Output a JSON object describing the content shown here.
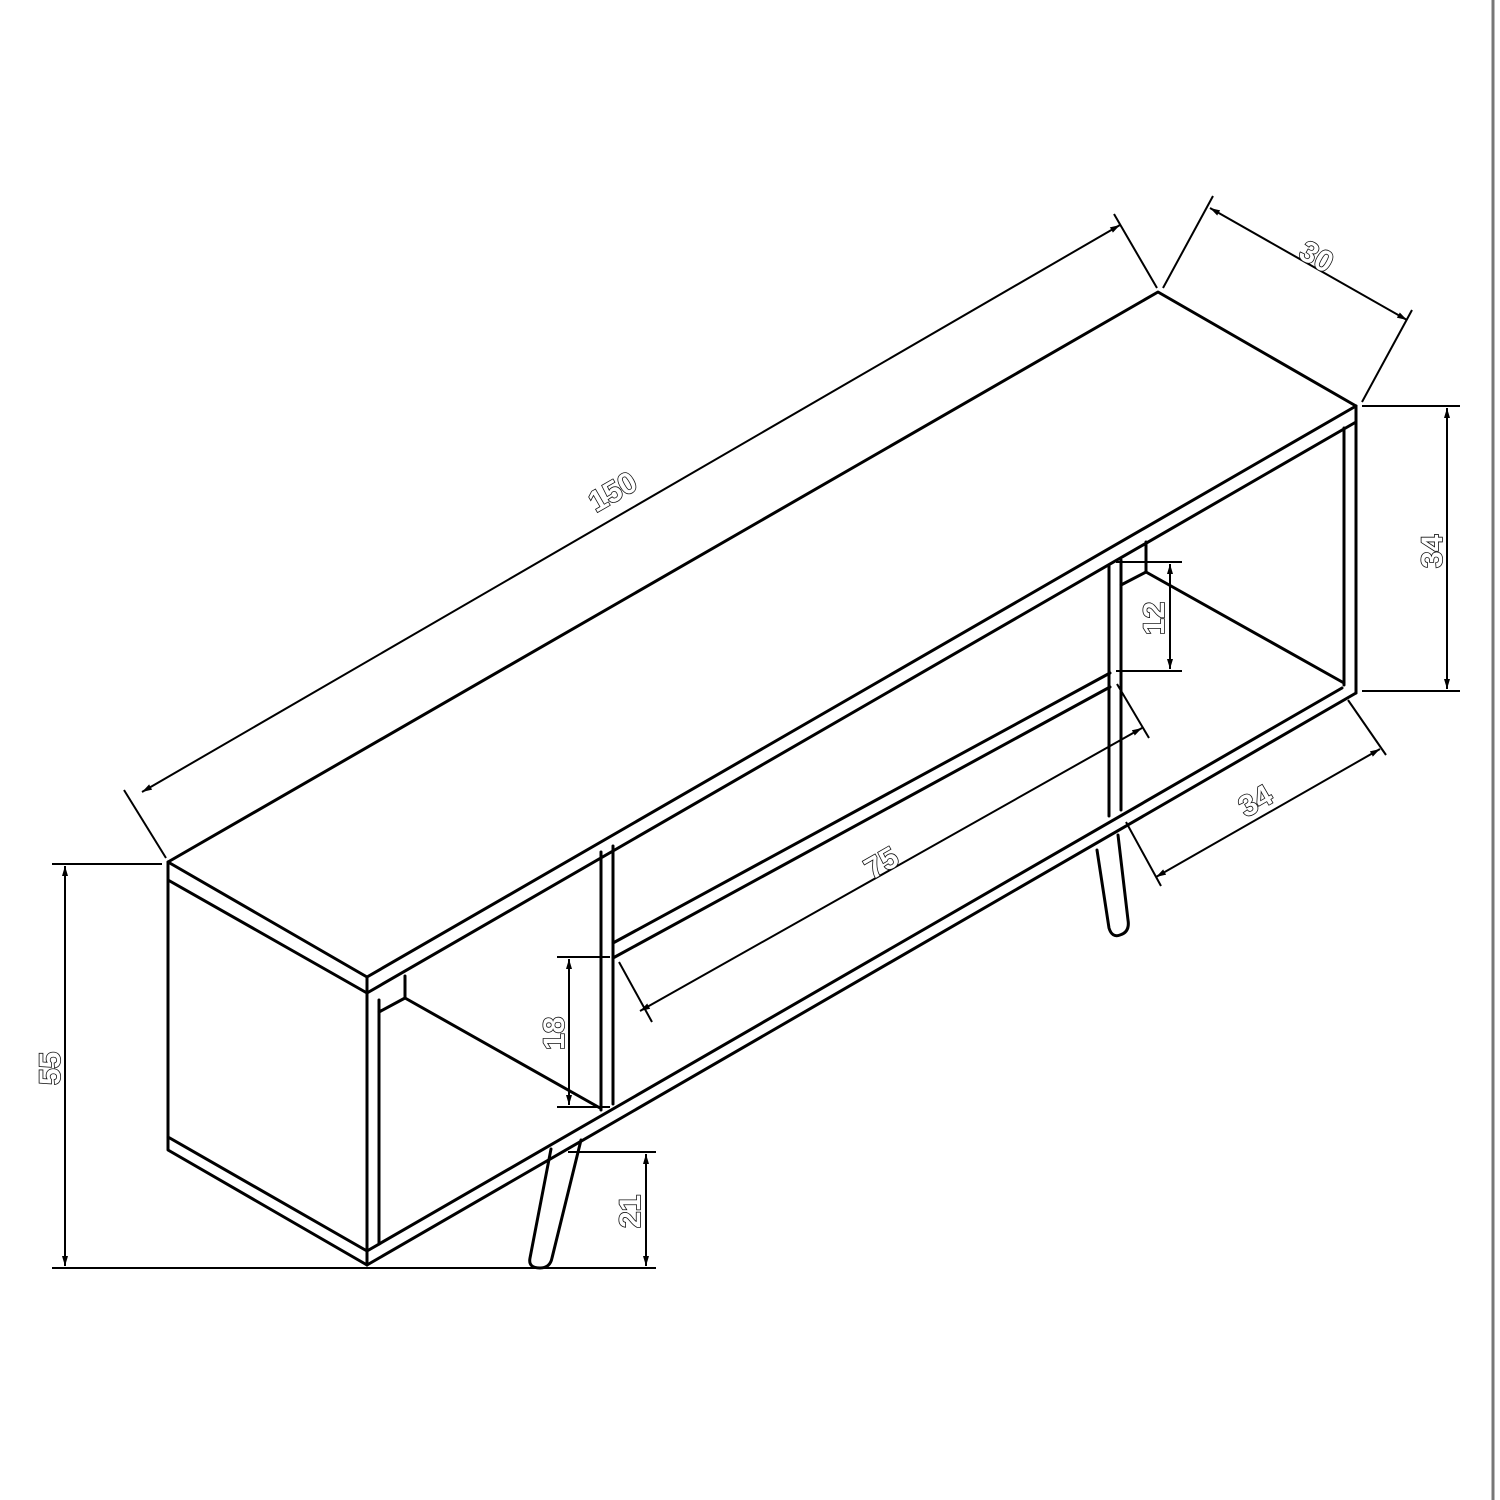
{
  "drawing": {
    "subject": "TV stand isometric line drawing",
    "line_color": "#000000",
    "background": "#ffffff"
  },
  "dimensions": {
    "length": "150",
    "depth": "30",
    "height_total": "55",
    "body_height": "34",
    "right_compartment_width": "34",
    "center_opening_width": "75",
    "upper_shelf_gap": "12",
    "left_shelf_height": "18",
    "leg_height": "21"
  }
}
